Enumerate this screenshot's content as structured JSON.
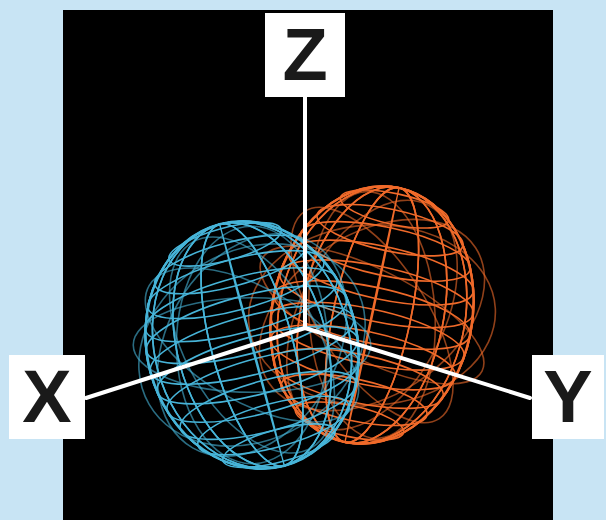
{
  "diagram": {
    "nodes": [
      {
        "text": [
          "Z"
        ]
      },
      {
        "text": [
          "X"
        ]
      },
      {
        "text": [
          "Y"
        ]
      }
    ]
  }
}
